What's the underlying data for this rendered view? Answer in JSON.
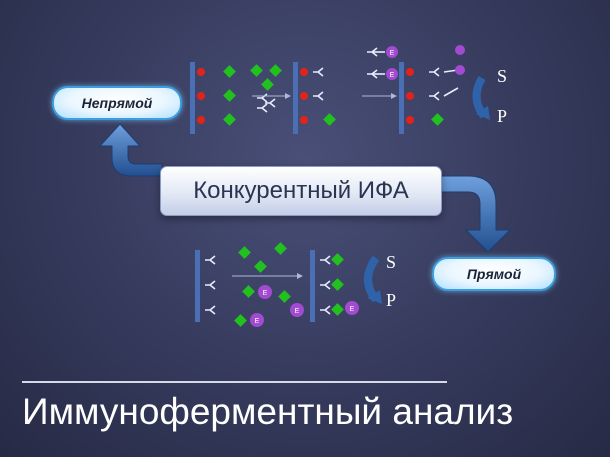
{
  "labels": {
    "indirect": "Непрямой",
    "direct": "Прямой",
    "center": "Конкурентный ИФА",
    "title": "Иммуноферментный анализ"
  },
  "marks": {
    "enzyme": "E",
    "substrate": "S",
    "product": "P"
  },
  "colors": {
    "background": "#353a5c",
    "antigen": "#22c21e",
    "red_dot": "#e2231a",
    "enzyme": "#a24ad0",
    "arrow": "#2f63a9",
    "plate": "#4a6fb5"
  }
}
